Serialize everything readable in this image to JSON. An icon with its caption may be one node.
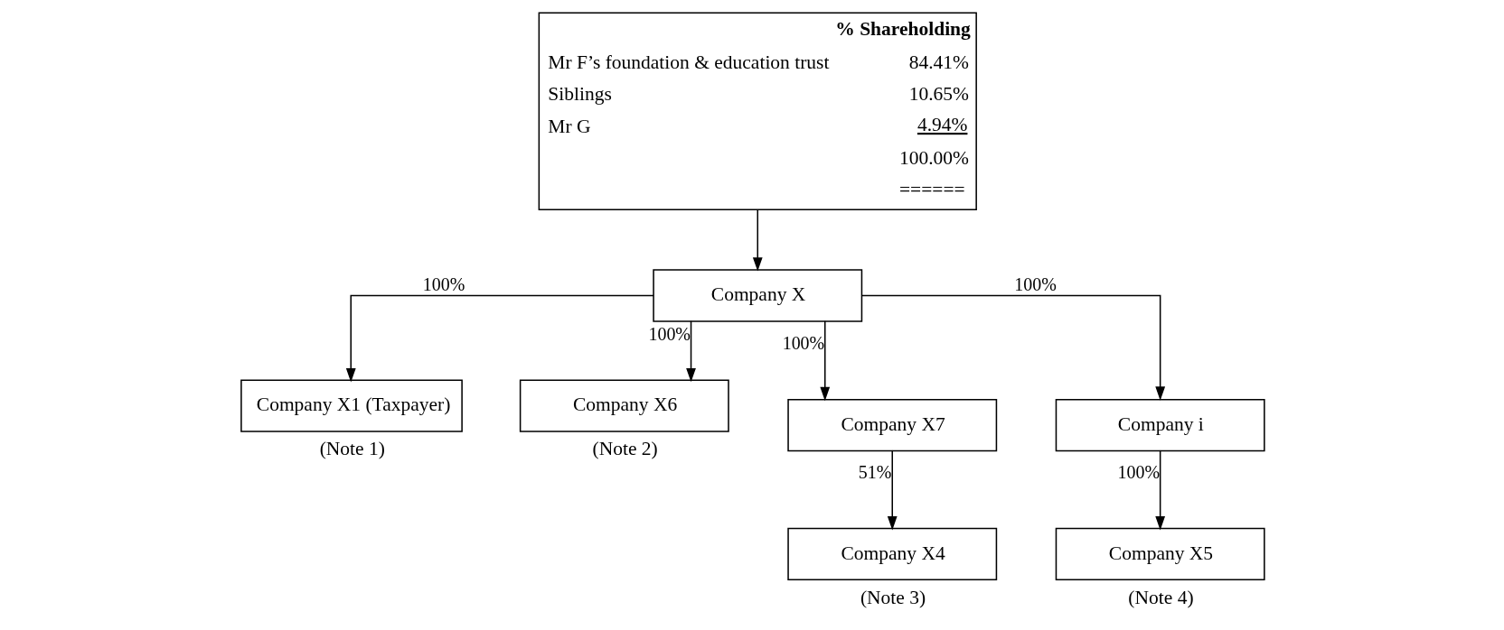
{
  "diagram": {
    "nodes": [
      {
        "text": [
          "% Shareholding",
          "Mr F’s foundation & education trust",
          "84.41%",
          "Siblings",
          "10.65%",
          "Mr G",
          "4.94%",
          "100.00%",
          "======"
        ]
      },
      {
        "text": [
          "Company X"
        ]
      },
      {
        "text": [
          "Company X1 (Taxpayer)"
        ],
        "beside": [
          "(Note 1)"
        ]
      },
      {
        "text": [
          "Company X6"
        ],
        "beside": [
          "(Note 2)"
        ]
      },
      {
        "text": [
          "Company X7"
        ]
      },
      {
        "text": [
          "Company i"
        ]
      },
      {
        "text": [
          "Company X4"
        ],
        "beside": [
          "(Note 3)"
        ]
      },
      {
        "text": [
          "Company X5"
        ],
        "beside": [
          "(Note 4)"
        ]
      }
    ],
    "edges": [
      {
        "from": 0,
        "to": 1,
        "arrow": "to"
      },
      {
        "from": 1,
        "to": 2,
        "arrow": "to",
        "label": "100%"
      },
      {
        "from": 1,
        "to": 3,
        "arrow": "to",
        "label": "100%"
      },
      {
        "from": 1,
        "to": 4,
        "arrow": "to",
        "label": "100%"
      },
      {
        "from": 1,
        "to": 5,
        "arrow": "to",
        "label": "100%"
      },
      {
        "from": 4,
        "to": 6,
        "arrow": "to",
        "label": "51%"
      },
      {
        "from": 5,
        "to": 7,
        "arrow": "to",
        "label": "100%"
      }
    ]
  }
}
